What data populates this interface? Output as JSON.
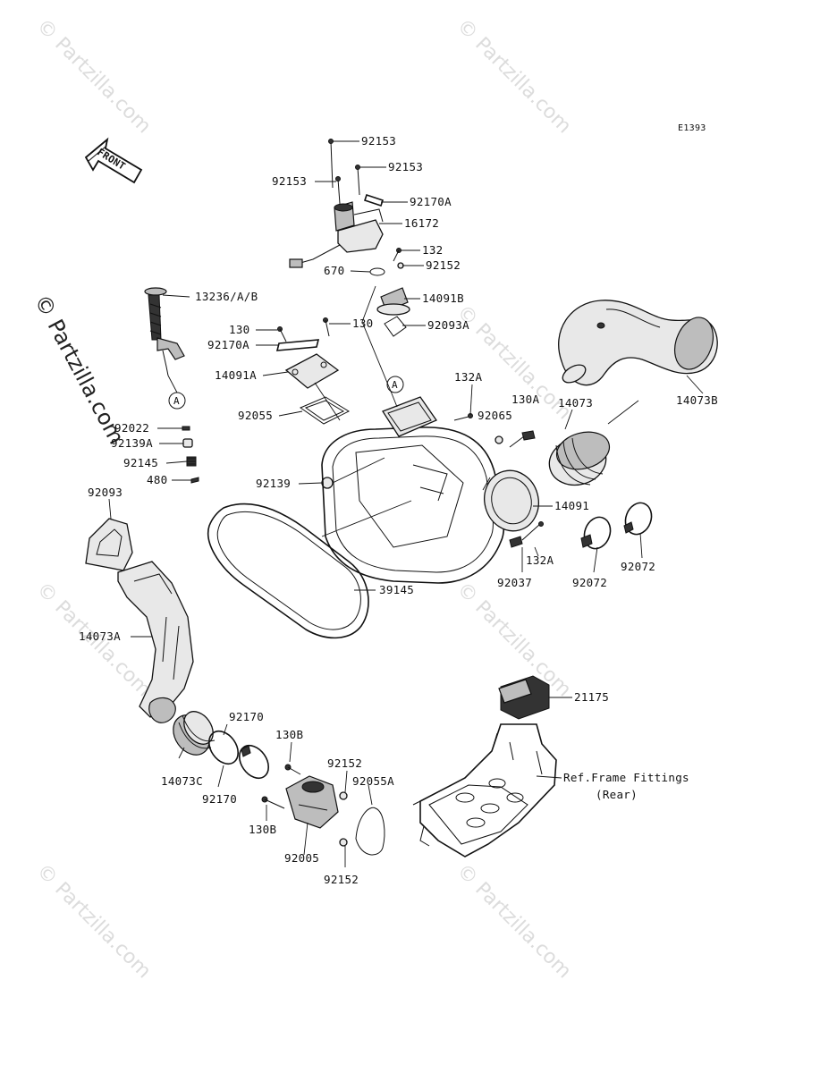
{
  "diagram_code": "E1393",
  "front_label": "FRONT",
  "watermark": "© Partzilla.com",
  "reference_text": {
    "line1": "Ref.Frame Fittings",
    "line2": "(Rear)"
  },
  "callout_letter": "A",
  "part_labels": {
    "p92153_top": "92153",
    "p92153_right": "92153",
    "p92153_left": "92153",
    "p92170A_top": "92170A",
    "p16172": "16172",
    "p132": "132",
    "p92152_top": "92152",
    "p670": "670",
    "p14091B": "14091B",
    "p13236": "13236/A/B",
    "p130_left": "130",
    "p130_right": "130",
    "p92093A": "92093A",
    "p92170A_mid": "92170A",
    "p14091A": "14091A",
    "p132A_top": "132A",
    "p14073B": "14073B",
    "p130A": "130A",
    "p92065": "92065",
    "p14073": "14073",
    "p92055": "92055",
    "p92022": "92022",
    "p92139A": "92139A",
    "p92145": "92145",
    "p480": "480",
    "p92139": "92139",
    "p14091": "14091",
    "p92093": "92093",
    "p132A_bottom": "132A",
    "p92037": "92037",
    "p92072_left": "92072",
    "p92072_right": "92072",
    "p39145": "39145",
    "p14073A": "14073A",
    "p21175": "21175",
    "p92170_top": "92170",
    "p130B_top": "130B",
    "p92152_mid": "92152",
    "p92055A": "92055A",
    "p14073C": "14073C",
    "p92170_bottom": "92170",
    "p130B_bottom": "130B",
    "p92005": "92005",
    "p92152_bottom": "92152"
  }
}
